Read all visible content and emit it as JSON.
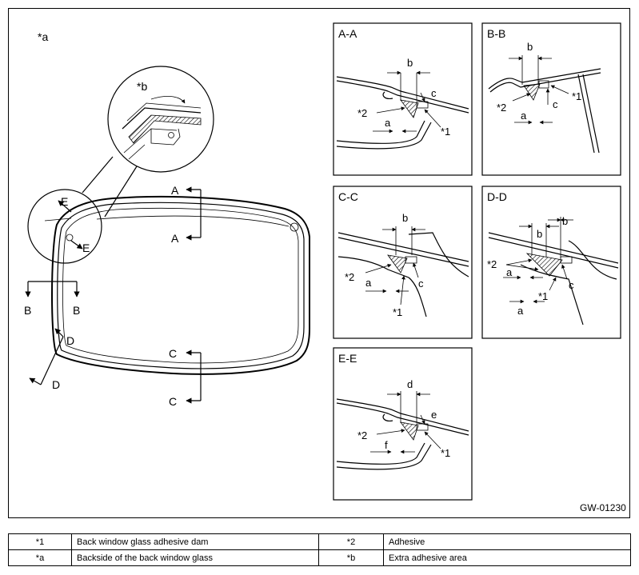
{
  "figure": {
    "code": "GW-01230",
    "main": {
      "label_a": "*a",
      "label_b": "*b",
      "section_letters": {
        "A1": "A",
        "A2": "A",
        "B1": "B",
        "B2": "B",
        "C1": "C",
        "C2": "C",
        "D1": "D",
        "D2": "D",
        "E1": "E",
        "E2": "E"
      }
    },
    "panels": [
      {
        "title": "A-A",
        "labels": {
          "b": "b",
          "c": "c",
          "a": "a",
          "s2": "*2",
          "s1": "*1"
        }
      },
      {
        "title": "B-B",
        "labels": {
          "b": "b",
          "c": "c",
          "a": "a",
          "s2": "*2",
          "s1": "*1"
        }
      },
      {
        "title": "C-C",
        "labels": {
          "b": "b",
          "c": "c",
          "a": "a",
          "s2": "*2",
          "s1": "*1"
        }
      },
      {
        "title": "D-D",
        "labels": {
          "b1": "b",
          "b2": "b",
          "c": "c",
          "a1": "a",
          "a2": "a",
          "s2": "*2",
          "s1": "*1"
        }
      },
      {
        "title": "E-E",
        "labels": {
          "d": "d",
          "e": "e",
          "f": "f",
          "s2": "*2",
          "s1": "*1"
        }
      }
    ]
  },
  "legend": [
    {
      "k1": "*1",
      "v1": "Back window glass adhesive dam",
      "k2": "*2",
      "v2": "Adhesive"
    },
    {
      "k1": "*a",
      "v1": "Backside of the back window glass",
      "k2": "*b",
      "v2": "Extra adhesive area"
    }
  ]
}
